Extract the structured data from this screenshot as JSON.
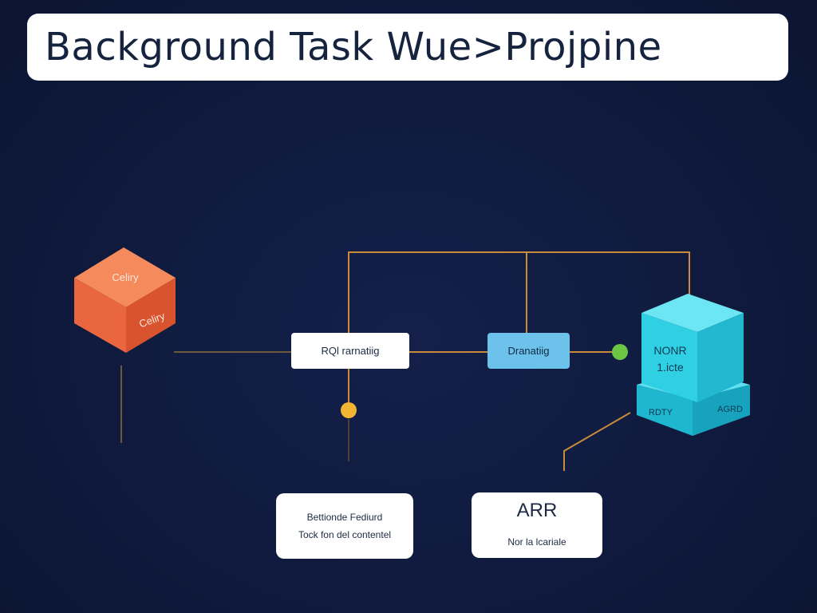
{
  "header": {
    "title": "Background Task Wue>Projpine"
  },
  "colors": {
    "background": "#0f1a3d",
    "connector": "#c98a3a",
    "celery_cube": "#ee6f45",
    "queue_box": "#2ecbe0",
    "dot_yellow": "#f2b632",
    "dot_green": "#6cc644"
  },
  "nodes": {
    "celery_cube": {
      "label_top": "Celiry",
      "label_side": "Celiry"
    },
    "request_box": {
      "label": "RQl rarnatiig"
    },
    "drainage_box": {
      "label": "Dranatiig"
    },
    "queue_box": {
      "label_front_1": "NONR",
      "label_front_2": "1.icte",
      "label_base_left": "RDTY",
      "label_base_right": "AGRD"
    }
  },
  "cards": {
    "left": {
      "line1": "Bettionde Fediurd",
      "line2": "Tock fon del contentel"
    },
    "right": {
      "title": "ARR",
      "line1": "Nor la lcariale"
    }
  }
}
